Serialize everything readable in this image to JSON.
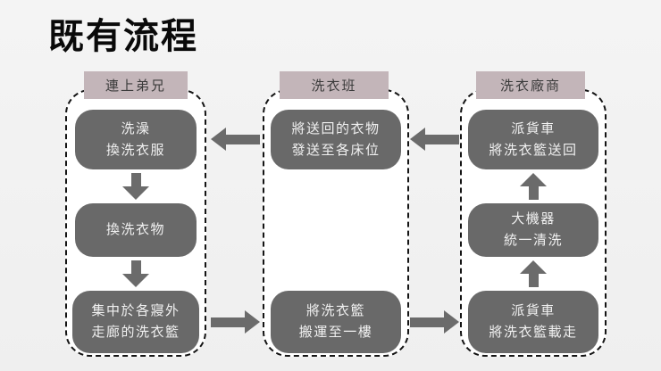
{
  "title": "既有流程",
  "colors": {
    "background": "#f2f2f2",
    "container_fill": "#ffffff",
    "container_border": "#141414",
    "header_bg": "#c3b5b9",
    "header_text": "#3b3b3b",
    "box_bg": "#696969",
    "box_text": "#f1f1f1",
    "arrow": "#6b6b6b"
  },
  "columns": [
    {
      "header": "連上弟兄",
      "boxes": [
        {
          "line1": "洗澡",
          "line2": "換洗衣服"
        },
        {
          "line1": "換洗衣物",
          "line2": ""
        },
        {
          "line1": "集中於各寢外",
          "line2": "走廊的洗衣籃"
        }
      ]
    },
    {
      "header": "洗衣班",
      "boxes": [
        {
          "line1": "將送回的衣物",
          "line2": "發送至各床位"
        },
        {
          "line1": "將洗衣籃",
          "line2": "搬運至一樓"
        }
      ]
    },
    {
      "header": "洗衣廠商",
      "boxes": [
        {
          "line1": "派貨車",
          "line2": "將洗衣籃送回"
        },
        {
          "line1": "大機器",
          "line2": "統一清洗"
        },
        {
          "line1": "派貨車",
          "line2": "將洗衣籃載走"
        }
      ]
    }
  ],
  "flow_arrows": {
    "left_column": "down",
    "right_column": "up",
    "top_row": "left",
    "bottom_row": "right"
  }
}
